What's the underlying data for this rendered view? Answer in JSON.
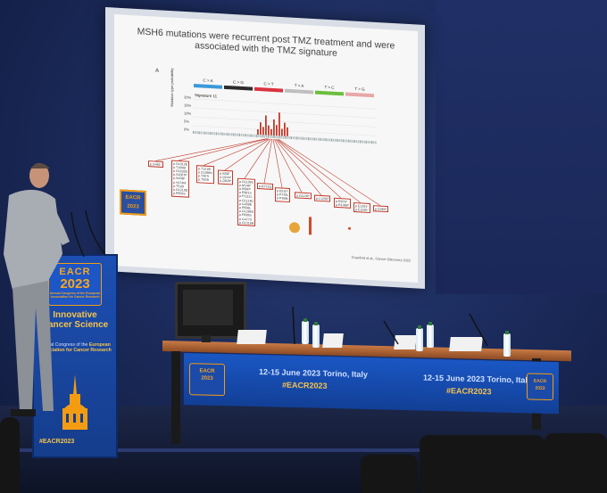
{
  "slide": {
    "title": "MSH6 mutations were recurrent post TMZ treatment and were associated with the TMZ signature",
    "panel_label": "A",
    "categories": [
      {
        "label": "C > A",
        "color": "#3b9ad9"
      },
      {
        "label": "C > G",
        "color": "#2c2c2c"
      },
      {
        "label": "C > T",
        "color": "#d9333f"
      },
      {
        "label": "T > A",
        "color": "#bfbfbf"
      },
      {
        "label": "T > C",
        "color": "#6abf3b"
      },
      {
        "label": "T > G",
        "color": "#e8a7a7"
      }
    ],
    "signature_label": "Signature 11",
    "y_axis_title": "Mutation type probability",
    "y_ticks": [
      "20%",
      "15%",
      "10%",
      "5%",
      "0%"
    ],
    "mutation_boxes": [
      "p.G481*",
      "p.G1012E\np.T1006I\np.G1192D\np.S1067F\np.S439F\np.V474M\np.T510I\np.G1218D\np.P656S",
      "p.T1219I\np.S1188N\np.T407I\np.T503I",
      "p.A59F\np.Q244*\np.Q829*",
      "p.G1139S\np.M146*\np.R680*\np.P981S\np.P1111L\np.G1113D\np.G459E\np.P606L\np.G1286S\np.P939S\np.G477S\np.G1316R",
      "p.R772Q",
      "p.E510*\np.P735L\np.P369L",
      "p.G1139*",
      "p.L1206*",
      "p.R976*\np.R1069*",
      "p.E1291*\np.E1035*",
      "p.G360*"
    ],
    "citation": "Crawford et al., Cancer Discovery 2022",
    "logo_line1": "EACR",
    "logo_line2": "2023"
  },
  "podium": {
    "logo_line1": "EACR",
    "logo_line2": "2023",
    "logo_small": "Annual Congress of the European Association for Cancer Research",
    "title": "Innovative Cancer Science",
    "subtitle_pre": "Annual Congress of the",
    "subtitle_bold": "European Association for Cancer Research",
    "hashtag": "#EACR2023"
  },
  "table_front": {
    "logo_line1": "EACR",
    "logo_line2": "2023",
    "dates_left": "12-15 June 2023",
    "city_left": "Torino, Italy",
    "hashtag_left": "#EACR2023",
    "dates_right": "12-15 June 2023",
    "city_right": "Torino, Italy",
    "hashtag_right": "#EACR2023"
  },
  "colors": {
    "room": "#1c2c5e",
    "podium_blue": "#1d4fb3",
    "accent_orange": "#f39c12",
    "accent_yellow": "#f6c34a",
    "table_wood": "#c97a45"
  }
}
